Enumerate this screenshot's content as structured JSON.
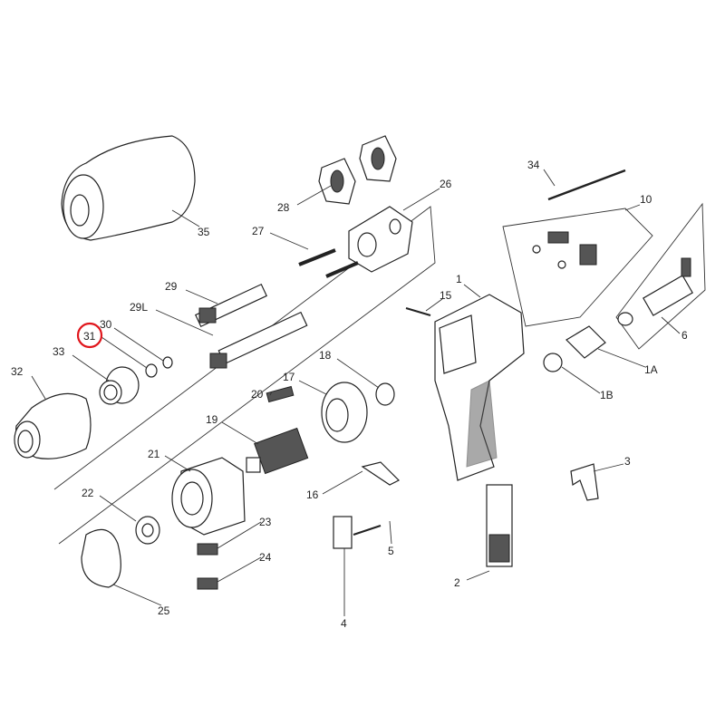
{
  "highlight_color": "#e0161c",
  "highlighted_part": "31",
  "labels": {
    "p1": "1",
    "p1A": "1A",
    "p1B": "1B",
    "p2": "2",
    "p3": "3",
    "p4": "4",
    "p5": "5",
    "p6": "6",
    "p10": "10",
    "p15": "15",
    "p16": "16",
    "p17": "17",
    "p18": "18",
    "p19": "19",
    "p20": "20",
    "p21": "21",
    "p22": "22",
    "p23": "23",
    "p24": "24",
    "p25": "25",
    "p26": "26",
    "p27": "27",
    "p28": "28",
    "p29": "29",
    "p29L": "29L",
    "p30": "30",
    "p31": "31",
    "p32": "32",
    "p33": "33",
    "p34": "34",
    "p35": "35"
  }
}
